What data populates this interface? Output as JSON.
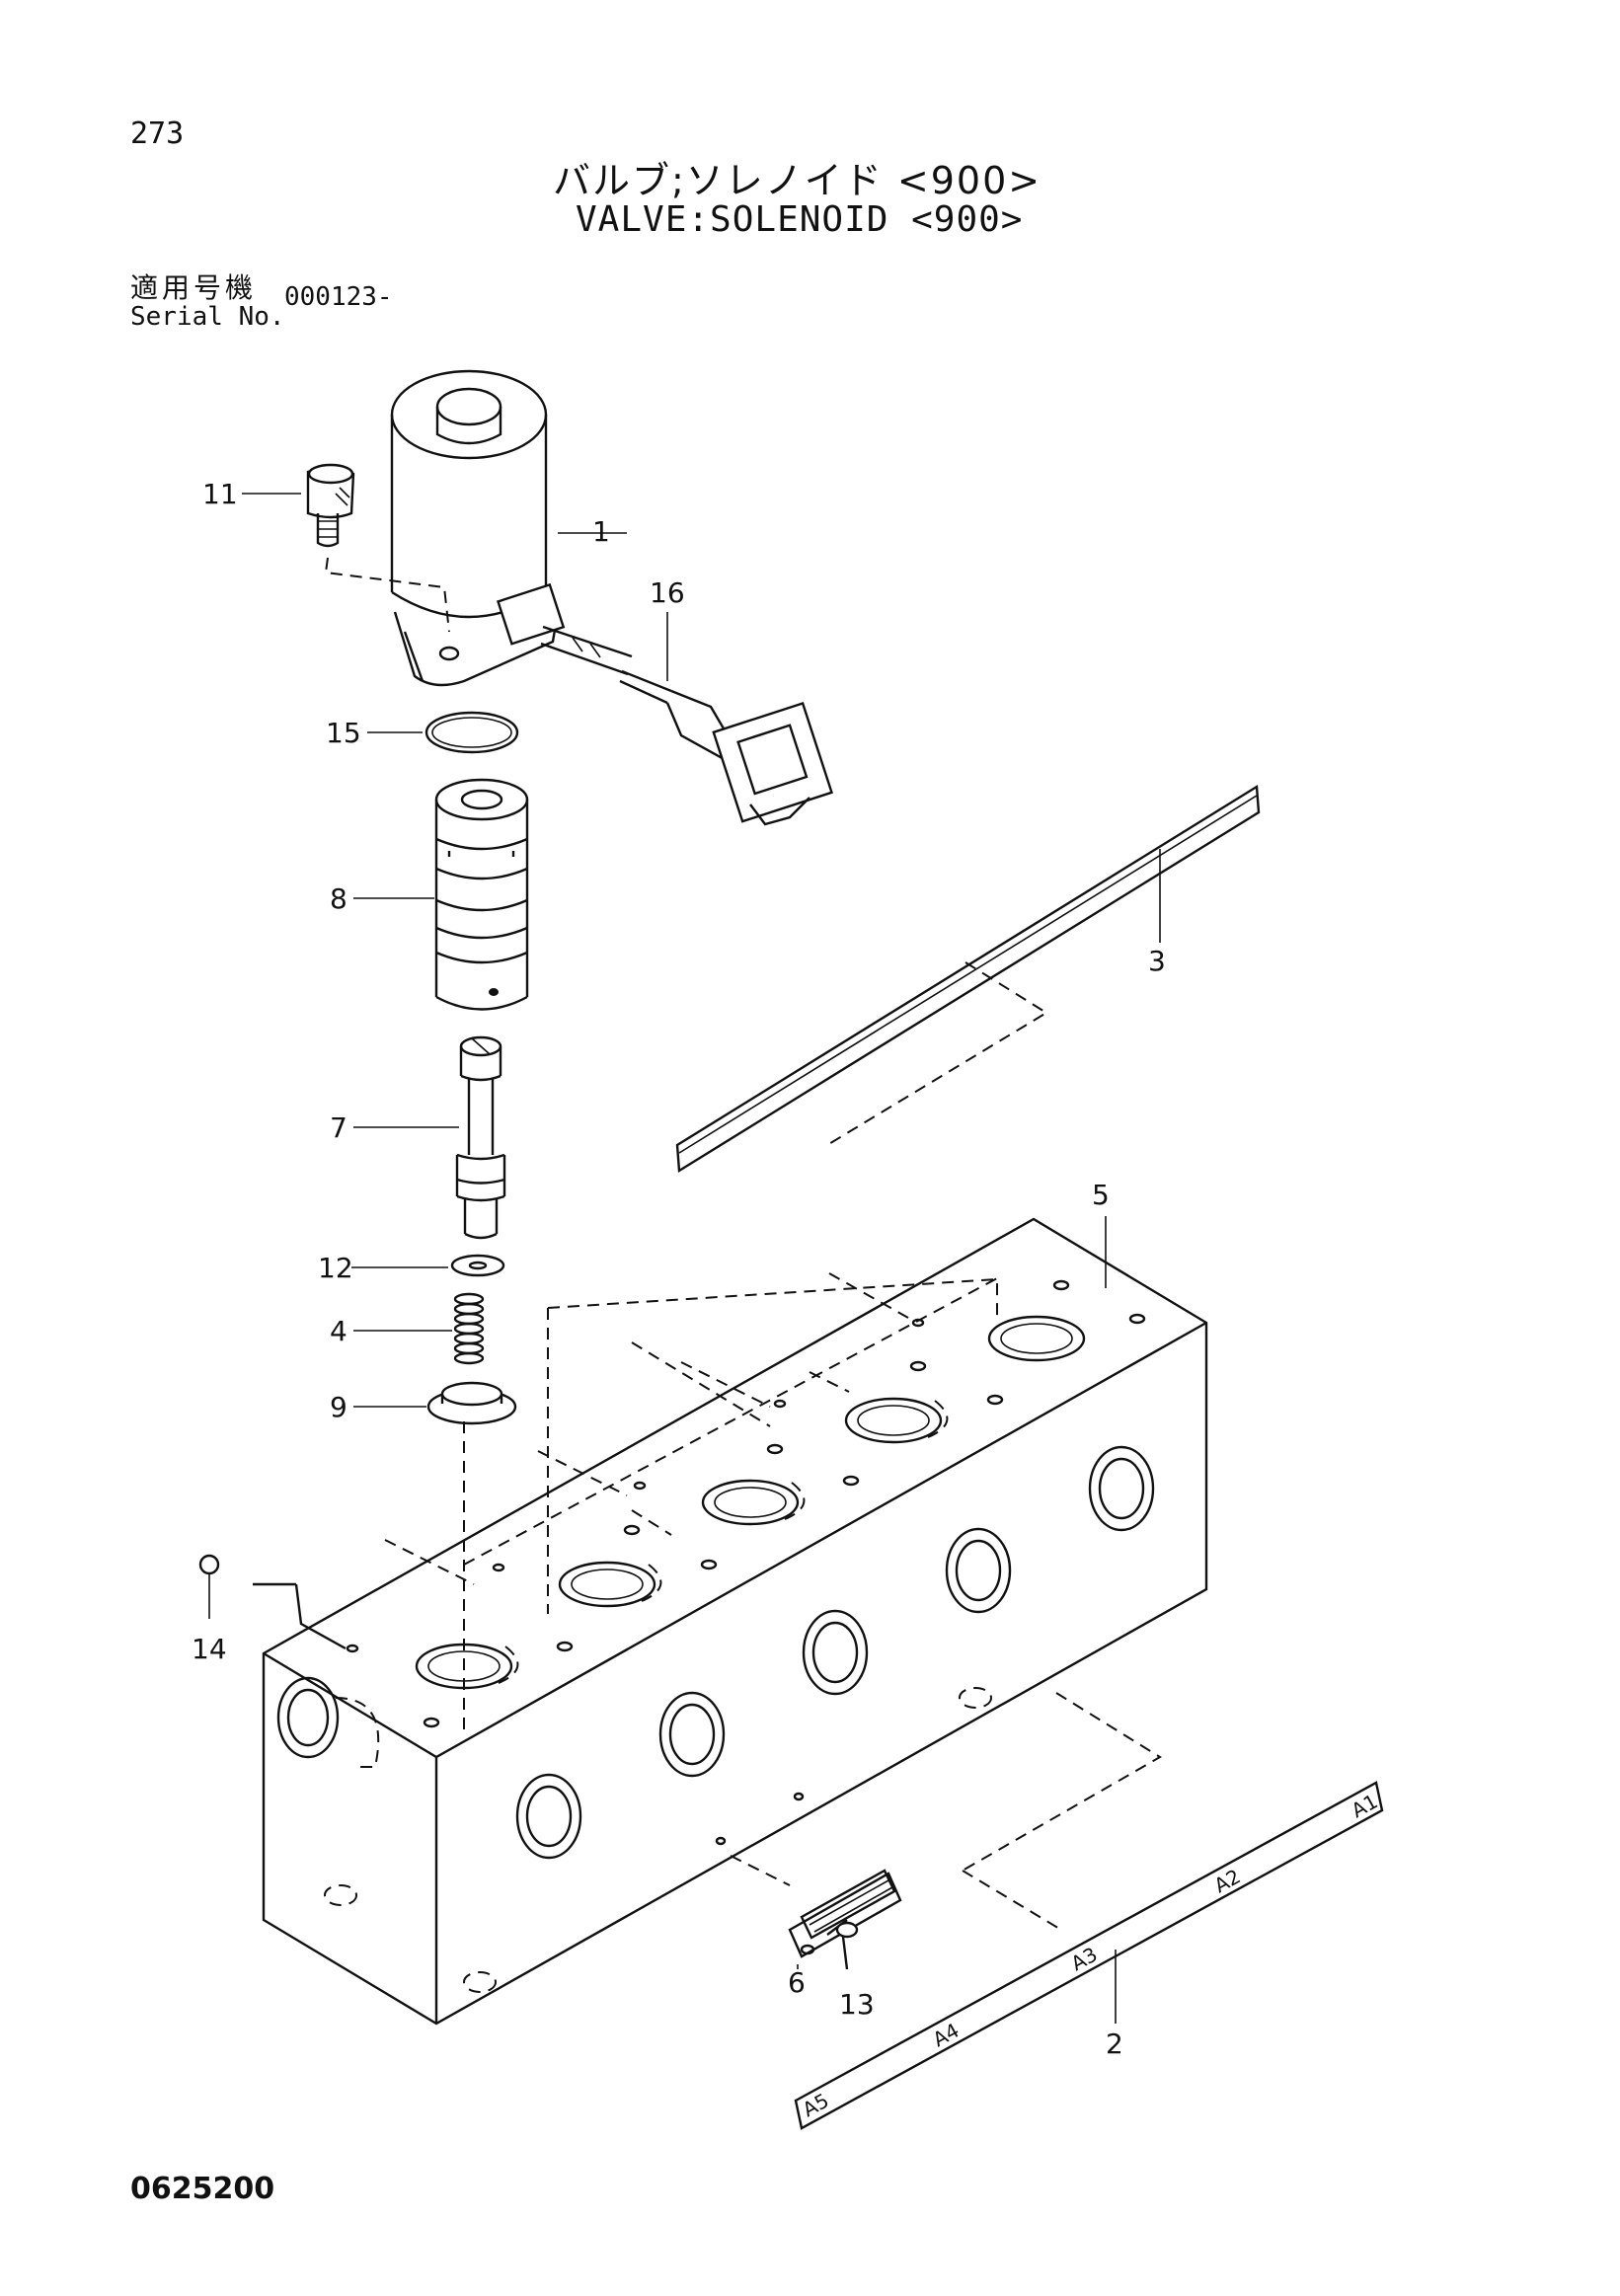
{
  "page_number": "273",
  "title_jp": "バルブ;ソレノイド <900>",
  "title_en": "VALVE:SOLENOID <900>",
  "serial": {
    "label_jp": "適用号機",
    "label_en": "Serial No.",
    "value": "000123-"
  },
  "drawing_number": "0625200",
  "callouts": {
    "c1": "1",
    "c2": "2",
    "c3": "3",
    "c4": "4",
    "c5": "5",
    "c6": "6",
    "c7": "7",
    "c8": "8",
    "c9": "9",
    "c11": "11",
    "c12": "12",
    "c13": "13",
    "c14": "14",
    "c15": "15",
    "c16": "16"
  },
  "plate_labels": {
    "a1": "A1",
    "a2": "A2",
    "a3": "A3",
    "a4": "A4",
    "a5": "A5"
  }
}
